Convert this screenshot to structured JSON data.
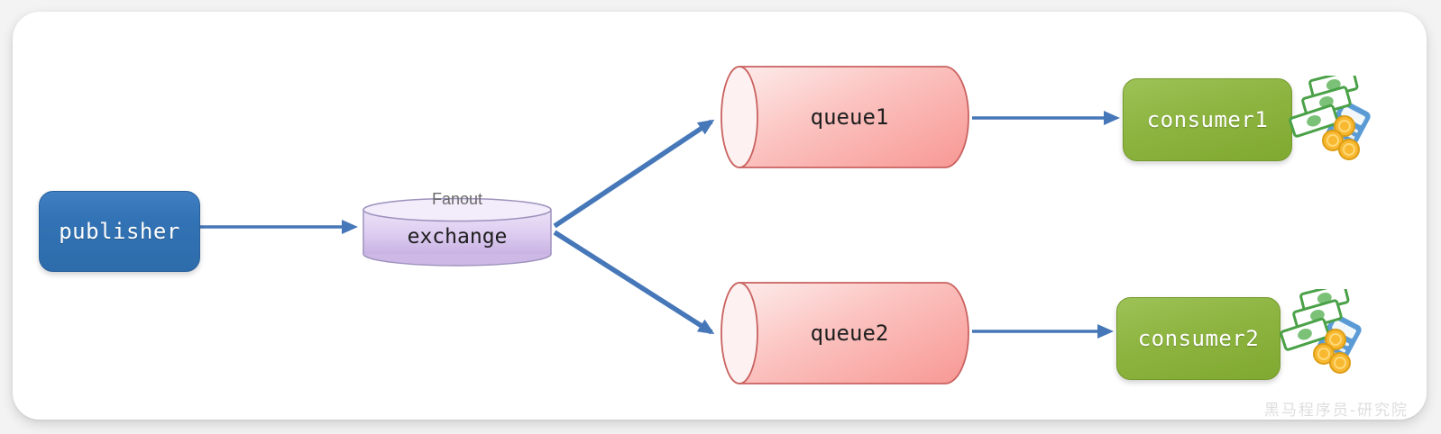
{
  "page": {
    "background_color": "#f3f3f3",
    "card_background": "#ffffff",
    "watermark": "黑马程序员-研究院"
  },
  "colors": {
    "arrow": "#4677b8",
    "publisher_fill": "#3273b5",
    "consumer_fill": "#8db440",
    "exchange_fill": "#dccbf0",
    "exchange_border": "#9e92bd",
    "queue_fill": "#f9a8a4",
    "queue_border": "#c96260"
  },
  "nodes": {
    "publisher": {
      "label": "publisher",
      "shape": "rounded-rect"
    },
    "exchange": {
      "label": "exchange",
      "type_label": "Fanout",
      "shape": "cylinder-vertical"
    },
    "queue1": {
      "label": "queue1",
      "shape": "cylinder-horizontal"
    },
    "queue2": {
      "label": "queue2",
      "shape": "cylinder-horizontal"
    },
    "consumer1": {
      "label": "consumer1",
      "shape": "rounded-rect"
    },
    "consumer2": {
      "label": "consumer2",
      "shape": "rounded-rect"
    }
  },
  "icons": {
    "money1": "money-stack-icon",
    "money2": "money-stack-icon"
  },
  "edges": [
    {
      "from": "publisher",
      "to": "exchange"
    },
    {
      "from": "exchange",
      "to": "queue1"
    },
    {
      "from": "exchange",
      "to": "queue2"
    },
    {
      "from": "queue1",
      "to": "consumer1"
    },
    {
      "from": "queue2",
      "to": "consumer2"
    }
  ]
}
